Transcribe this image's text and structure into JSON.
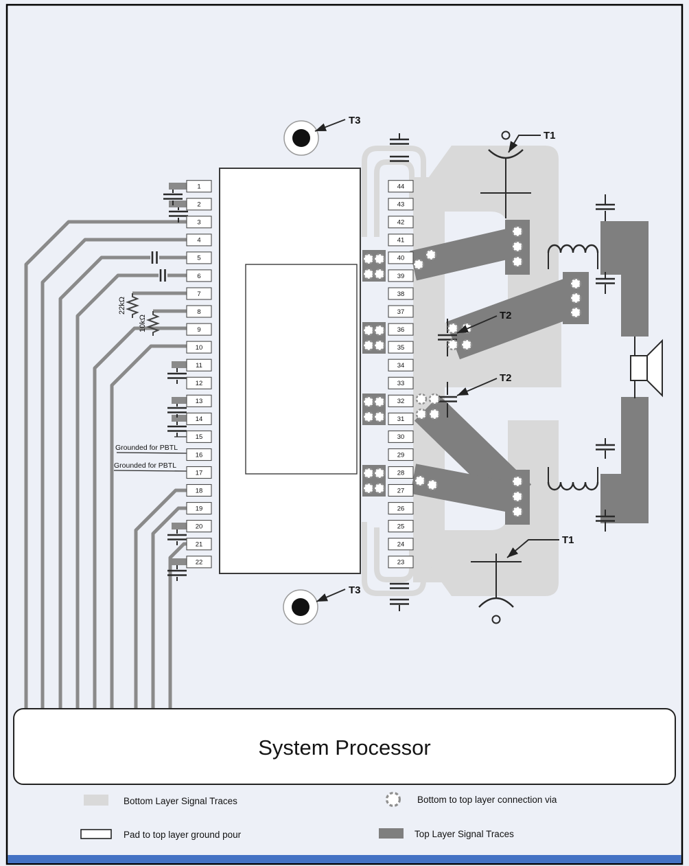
{
  "title": "System Processor",
  "labels": {
    "t1_top": "T1",
    "t1_bottom": "T1",
    "t2_upper": "T2",
    "t2_lower": "T2",
    "t3_top": "T3",
    "t3_bottom": "T3",
    "r_22k": "22kΩ",
    "r_10k": "10kΩ",
    "pbtl_1": "Grounded for PBTL",
    "pbtl_2": "Grounded for PBTL"
  },
  "pins": {
    "left": [
      "1",
      "2",
      "3",
      "4",
      "5",
      "6",
      "7",
      "8",
      "9",
      "10",
      "11",
      "12",
      "13",
      "14",
      "15",
      "16",
      "17",
      "18",
      "19",
      "20",
      "21",
      "22"
    ],
    "right_top_to_bottom": [
      "44",
      "43",
      "42",
      "41",
      "40",
      "39",
      "38",
      "37",
      "36",
      "35",
      "34",
      "33",
      "32",
      "31",
      "30",
      "29",
      "28",
      "27",
      "26",
      "25",
      "24",
      "23"
    ]
  },
  "legend": {
    "bottom_traces": "Bottom Layer Signal Traces",
    "via": "Bottom to top layer connection via",
    "pad": "Pad to top layer ground pour",
    "top_traces": "Top Layer Signal Traces"
  },
  "colors": {
    "background": "#edf0f7",
    "bottom_layer": "#d9d9d9",
    "top_layer": "#7f7f7f",
    "trace": "#8a8a8a",
    "footer_bar": "#4472c4"
  }
}
